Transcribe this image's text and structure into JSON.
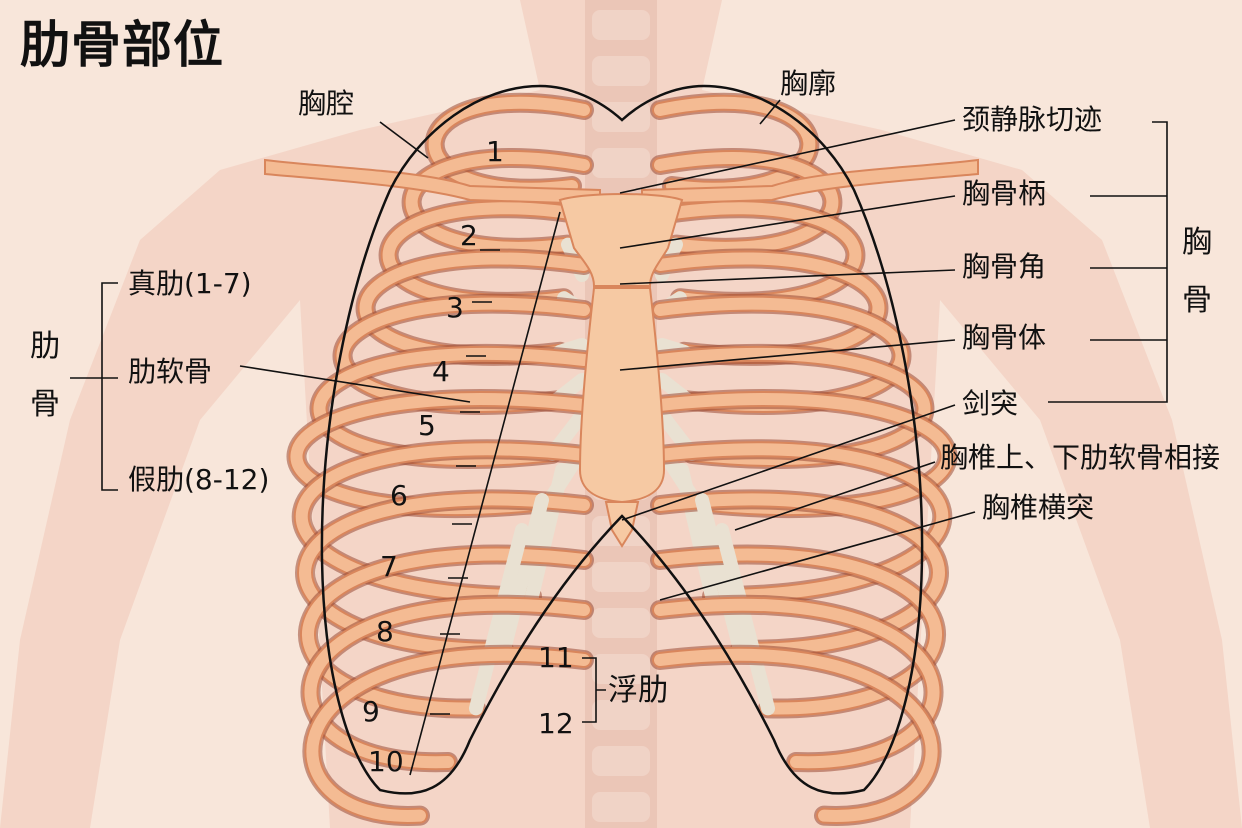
{
  "title": "肋骨部位",
  "labels": {
    "thoracic_cavity": "胸腔",
    "thorax": "胸廓",
    "jugular_notch": "颈静脉切迹",
    "manubrium": "胸骨柄",
    "sternal_angle": "胸骨角",
    "sternum_body": "胸骨体",
    "xiphoid": "剑突",
    "vertebra_joint": "胸椎上、下肋软骨相接",
    "transverse_process": "胸椎横突",
    "true_ribs": "真肋(1-7)",
    "costal_cartilage": "肋软骨",
    "false_ribs": "假肋(8-12)",
    "floating_ribs": "浮肋"
  },
  "groups": {
    "rib_left": [
      "肋",
      "骨"
    ],
    "sternum_right": [
      "胸",
      "骨"
    ]
  },
  "rib_numbers": [
    "1",
    "2",
    "3",
    "4",
    "5",
    "6",
    "7",
    "8",
    "9",
    "10",
    "11",
    "12"
  ],
  "colors": {
    "background": "#f8e6da",
    "body_silhouette": "#f2cdbf",
    "bone": "#f4bb93",
    "bone_outline": "#d9865c",
    "cartilage": "#e9e1d2",
    "rib_shadow": "#9a4a35",
    "line": "#111111"
  }
}
